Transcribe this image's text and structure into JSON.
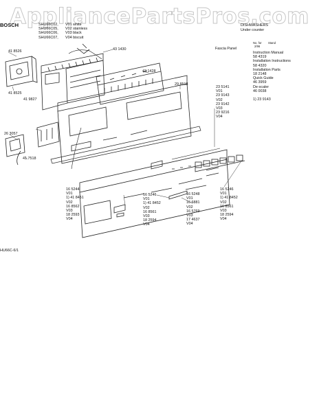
{
  "watermark": "AppliancePartsPros.com",
  "header": {
    "brand": "BOSCH",
    "models": [
      "SHU66C02,",
      "SHU66C05,",
      "SHU66C06,",
      "SHU66C07,"
    ],
    "variants": [
      "V01 white",
      "V02 stainless",
      "V03 black",
      "V04 biscuit"
    ],
    "category": "DISHWASHERS",
    "subcategory": "Under counter"
  },
  "section_title": "Fascia Panel",
  "reference": {
    "small_header": [
      "No. for",
      "Stand",
      "2/96"
    ],
    "items": [
      "Instruction Manual",
      "58 4319",
      "Installation Instructions",
      "58 4320",
      "Installation Parts",
      "18 2148",
      "Quick Guide",
      "46 3959",
      "De-scaler",
      "46 0038",
      "",
      "1) 23 9143"
    ]
  },
  "callouts": {
    "c418526": "41 8526",
    "c431430": "43 1430",
    "c431428": "43 1428",
    "c418525": "41 8525",
    "c419827": "41 9827",
    "c263057": "26 3057",
    "c417518": "41 7518",
    "c298518": "29 8518",
    "right_group": [
      "23 5141",
      "V01",
      "23 9143",
      "V02",
      "23 9142",
      "V03",
      "23 9216",
      "V04"
    ],
    "left_group": [
      "16 5244",
      "V01",
      "1)  41 8451",
      "V02",
      "16 8562",
      "V03",
      "18 2593",
      "V04"
    ],
    "mid_group": [
      "16 5246",
      "V01",
      "1)  41 8452",
      "V02",
      "16 8561",
      "V03",
      "18 2594",
      "V04"
    ],
    "strip_group": [
      "16 5248",
      "V01",
      "16 6881",
      "V02",
      "16 5769",
      "V03",
      "17 4637",
      "V04"
    ],
    "far_group": [
      "16 5246",
      "V01",
      "1)  41 8452",
      "V02",
      "16 8561",
      "V03",
      "18 2594",
      "V04"
    ]
  },
  "footer_code": "HU66C-6/1"
}
